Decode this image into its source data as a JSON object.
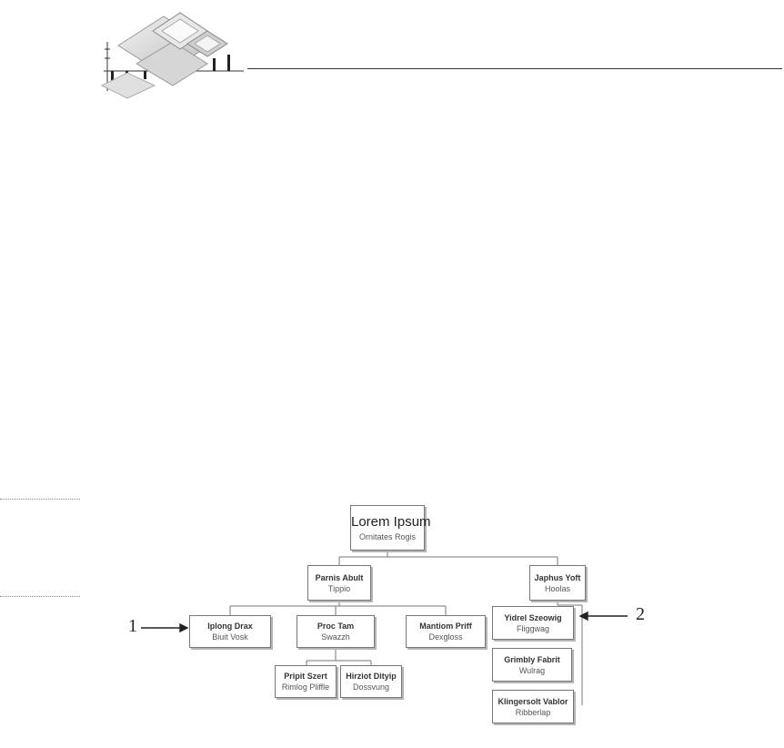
{
  "chart": {
    "root": {
      "name": "Lorem Ipsum",
      "role": "Ornitates Rogis"
    },
    "level1": [
      {
        "name": "Parnis Abult",
        "role": "Tippio"
      },
      {
        "name": "Japhus Yoft",
        "role": "Hoolas"
      }
    ],
    "left_children": [
      {
        "name": "Iplong Drax",
        "role": "Biuit Vosk"
      },
      {
        "name": "Proc Tam",
        "role": "Swazzh"
      },
      {
        "name": "Mantiom Priff",
        "role": "Dexgloss"
      }
    ],
    "proc_children": [
      {
        "name": "Pripit Szert",
        "role": "Rimlog Pliffle"
      },
      {
        "name": "Hirziot Dityip",
        "role": "Dossvung"
      }
    ],
    "right_children": [
      {
        "name": "Yidrel Szeowig",
        "role": "Fliggwag"
      },
      {
        "name": "Grimbly Fabrit",
        "role": "Wulrag"
      },
      {
        "name": "Klingersolt Vablor",
        "role": "Ribberlap"
      }
    ]
  },
  "callouts": {
    "one": "1",
    "two": "2"
  },
  "colors": {
    "line": "#777777",
    "shadow": "#b5b5b5"
  }
}
